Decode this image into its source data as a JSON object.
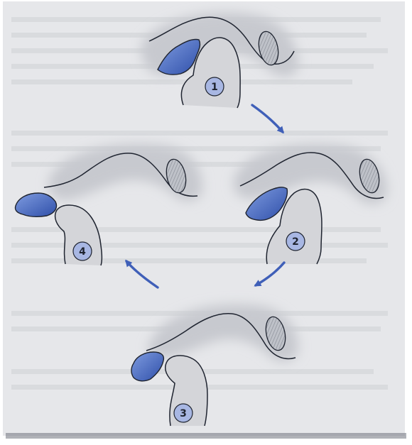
{
  "figure": {
    "colors": {
      "background": "#e6e7ea",
      "shadow": "#c7c9cf",
      "outline": "#1f2430",
      "disc_fill": "#5f7fd0",
      "disc_shade": "#2f4fa9",
      "arrow": "#3f5fb8",
      "step_badge": "#a8b7e3",
      "bone_fill": "#d4d5d9",
      "page_frame": "#8c9099"
    },
    "steps": [
      {
        "number": "1",
        "description": ""
      },
      {
        "number": "2",
        "description": ""
      },
      {
        "number": "3",
        "description": ""
      },
      {
        "number": "4",
        "description": ""
      }
    ],
    "arrows": [
      {
        "from": "1",
        "to": "2"
      },
      {
        "from": "2",
        "to": "3"
      },
      {
        "from": "3",
        "to": "4"
      }
    ]
  }
}
